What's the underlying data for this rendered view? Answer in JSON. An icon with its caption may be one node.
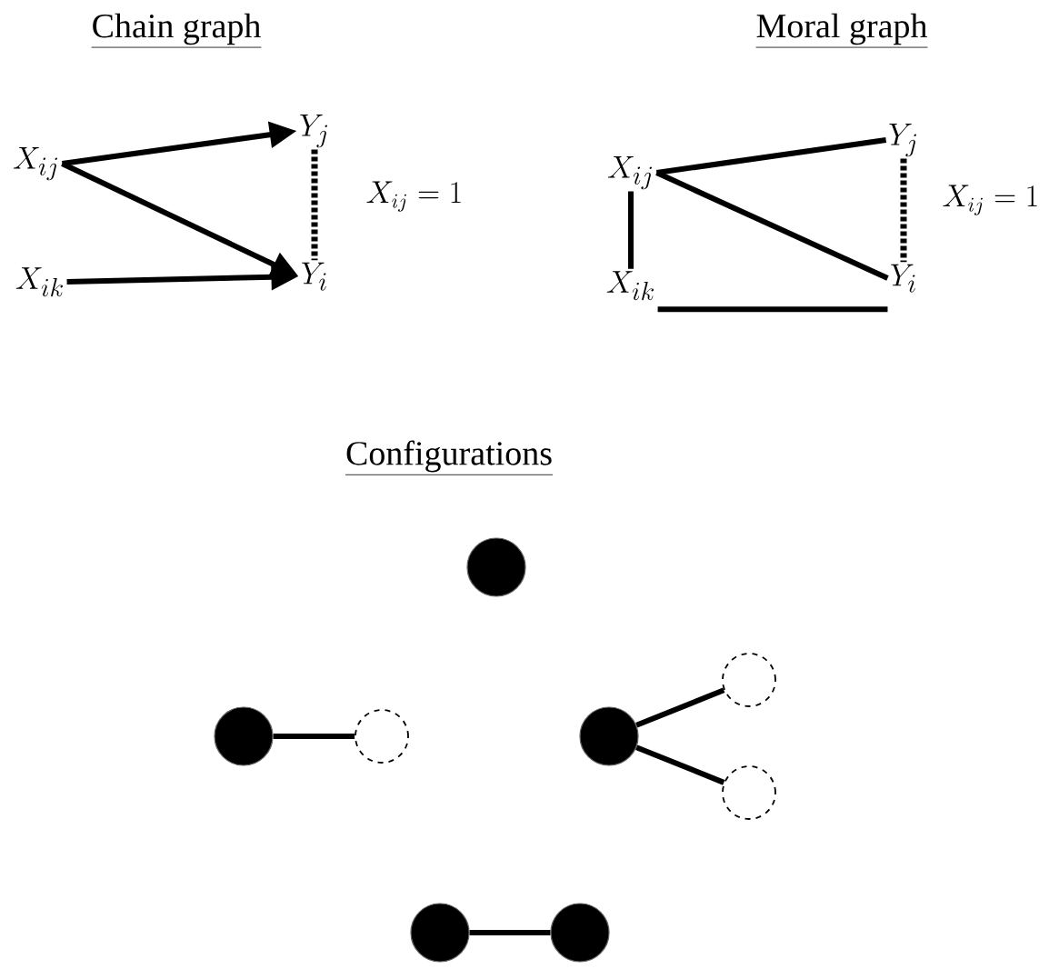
{
  "diagram": {
    "nodes": [
      {
        "text": [
          "X_{ij}"
        ]
      },
      {
        "text": [
          "Y_j"
        ]
      },
      {
        "text": [
          "Y_i"
        ]
      },
      {
        "text": [
          "X_{ik}"
        ]
      },
      {
        "text": [
          "X_{ij}"
        ]
      },
      {
        "text": [
          "Y_j"
        ]
      },
      {
        "text": [
          "Y_i"
        ]
      },
      {
        "text": [
          "X_{ik}"
        ]
      },
      {
        "text": [],
        "shape": "circle"
      },
      {
        "text": [],
        "shape": "circle"
      },
      {
        "text": [],
        "shape": "circle"
      },
      {
        "text": [],
        "shape": "circle"
      },
      {
        "text": [],
        "shape": "circle"
      },
      {
        "text": [],
        "shape": "circle"
      },
      {
        "text": [],
        "shape": "circle"
      },
      {
        "text": [],
        "shape": "circle"
      }
    ],
    "edges": [
      {
        "from": 0,
        "to": 1,
        "arrow": "to"
      },
      {
        "from": 0,
        "to": 2,
        "arrow": "to"
      },
      {
        "from": 3,
        "to": 2,
        "arrow": "to"
      },
      {
        "from": 1,
        "to": 2,
        "arrow": "none",
        "style": "dashed"
      },
      {
        "from": 4,
        "to": 5,
        "arrow": "none"
      },
      {
        "from": 4,
        "to": 6,
        "arrow": "none"
      },
      {
        "from": 4,
        "to": 7,
        "arrow": "none"
      },
      {
        "from": 7,
        "to": 6,
        "arrow": "none"
      },
      {
        "from": 5,
        "to": 6,
        "arrow": "none",
        "style": "dashed"
      },
      {
        "from": 9,
        "to": 10,
        "arrow": "none"
      },
      {
        "from": 11,
        "to": 12,
        "arrow": "none"
      },
      {
        "from": 11,
        "to": 13,
        "arrow": "none"
      },
      {
        "from": 14,
        "to": 15,
        "arrow": "none"
      }
    ],
    "labels": [
      "Chain graph",
      "Moral graph",
      "X_{ij}=1",
      "X_{ij}=1",
      "Configurations"
    ]
  }
}
